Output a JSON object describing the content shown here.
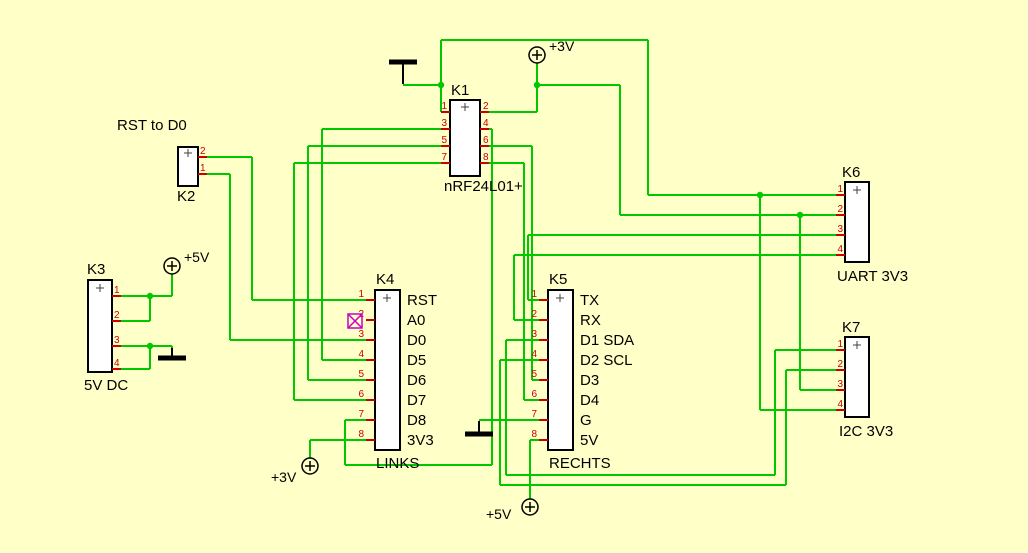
{
  "diagram": {
    "type": "schematic",
    "colors": {
      "background": "#FFFFC8",
      "wire": "#00C800",
      "pin": "#C80000",
      "outline": "#000000",
      "no_connect": "#C800C8"
    }
  },
  "components": {
    "k1": {
      "ref": "K1",
      "value": "nRF24L01+",
      "pins_left": [
        "1",
        "3",
        "5",
        "7"
      ],
      "pins_right": [
        "2",
        "4",
        "6",
        "8"
      ]
    },
    "k2": {
      "ref": "K2",
      "note": "RST to D0",
      "pins": [
        "2",
        "1"
      ]
    },
    "k3": {
      "ref": "K3",
      "value": "5V DC",
      "pins": [
        "1",
        "2",
        "3",
        "4"
      ]
    },
    "k4": {
      "ref": "K4",
      "value": "LINKS",
      "pins": [
        "1",
        "2",
        "3",
        "4",
        "5",
        "6",
        "7",
        "8"
      ],
      "signals": [
        "RST",
        "A0",
        "D0",
        "D5",
        "D6",
        "D7",
        "D8",
        "3V3"
      ]
    },
    "k5": {
      "ref": "K5",
      "value": "RECHTS",
      "pins": [
        "1",
        "2",
        "3",
        "4",
        "5",
        "6",
        "7",
        "8"
      ],
      "signals": [
        "TX",
        "RX",
        "D1 SDA",
        "D2 SCL",
        "D3",
        "D4",
        "G",
        "5V"
      ]
    },
    "k6": {
      "ref": "K6",
      "value": "UART 3V3",
      "pins": [
        "1",
        "2",
        "3",
        "4"
      ]
    },
    "k7": {
      "ref": "K7",
      "value": "I2C 3V3",
      "pins": [
        "1",
        "2",
        "3",
        "4"
      ]
    }
  },
  "power": {
    "p3v_top": "+3V",
    "p5v_input": "+5V",
    "p3v_links": "+3V",
    "p5v_rechts": "+5V"
  }
}
